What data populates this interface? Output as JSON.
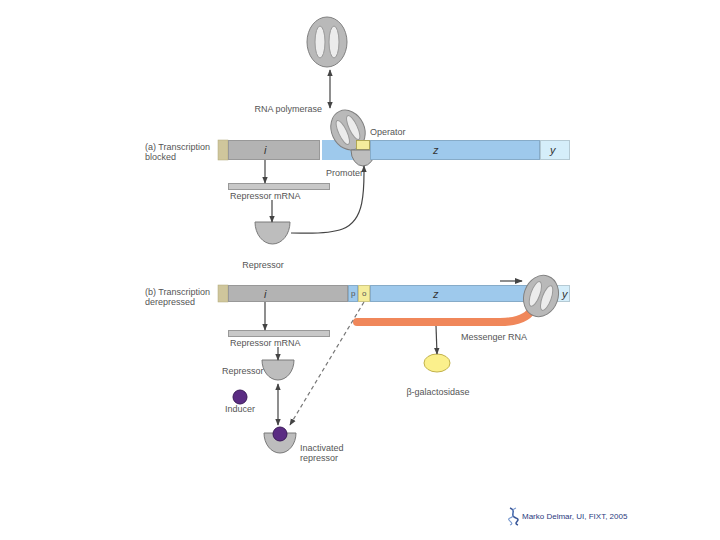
{
  "diagram": {
    "nodes": [
      {
        "text": [
          "RNA polymerase"
        ]
      },
      {
        "text": [
          "i"
        ]
      },
      {
        "text": [
          "Promoter"
        ]
      },
      {
        "text": [
          "Operator"
        ]
      },
      {
        "text": [
          "z"
        ]
      },
      {
        "text": [
          "y"
        ]
      },
      {
        "text": [
          "Repressor mRNA"
        ]
      },
      {
        "text": [
          "Repressor"
        ]
      },
      {
        "text": [
          "i"
        ]
      },
      {
        "text": [
          "p"
        ]
      },
      {
        "text": [
          "o"
        ]
      },
      {
        "text": [
          "z"
        ]
      },
      {
        "text": [
          "y"
        ]
      },
      {
        "text": [
          "Repressor mRNA"
        ]
      },
      {
        "text": [
          "Repressor"
        ]
      },
      {
        "text": [
          "Inducer"
        ]
      },
      {
        "text": [
          "Inactivated repressor"
        ]
      },
      {
        "text": [
          "Messenger RNA"
        ]
      },
      {
        "text": [
          "β-galactosidase"
        ]
      }
    ],
    "edges": [
      {
        "from": 0,
        "to": 2,
        "arrow": "both"
      },
      {
        "from": 1,
        "to": 6,
        "arrow": "to"
      },
      {
        "from": 6,
        "to": 7,
        "arrow": "to"
      },
      {
        "from": 7,
        "to": 3,
        "arrow": "to"
      },
      {
        "from": 8,
        "to": 13,
        "arrow": "to"
      },
      {
        "from": 13,
        "to": 14,
        "arrow": "to"
      },
      {
        "from": 14,
        "to": 16,
        "arrow": "both"
      },
      {
        "from": 10,
        "to": 16,
        "arrow": "to"
      },
      {
        "from": 17,
        "to": 18,
        "arrow": "to"
      }
    ],
    "labels": [
      "(a) Transcription blocked",
      "(b) Transcription derepressed",
      "Marko Delmar, UI, FIXT, 2005"
    ]
  }
}
